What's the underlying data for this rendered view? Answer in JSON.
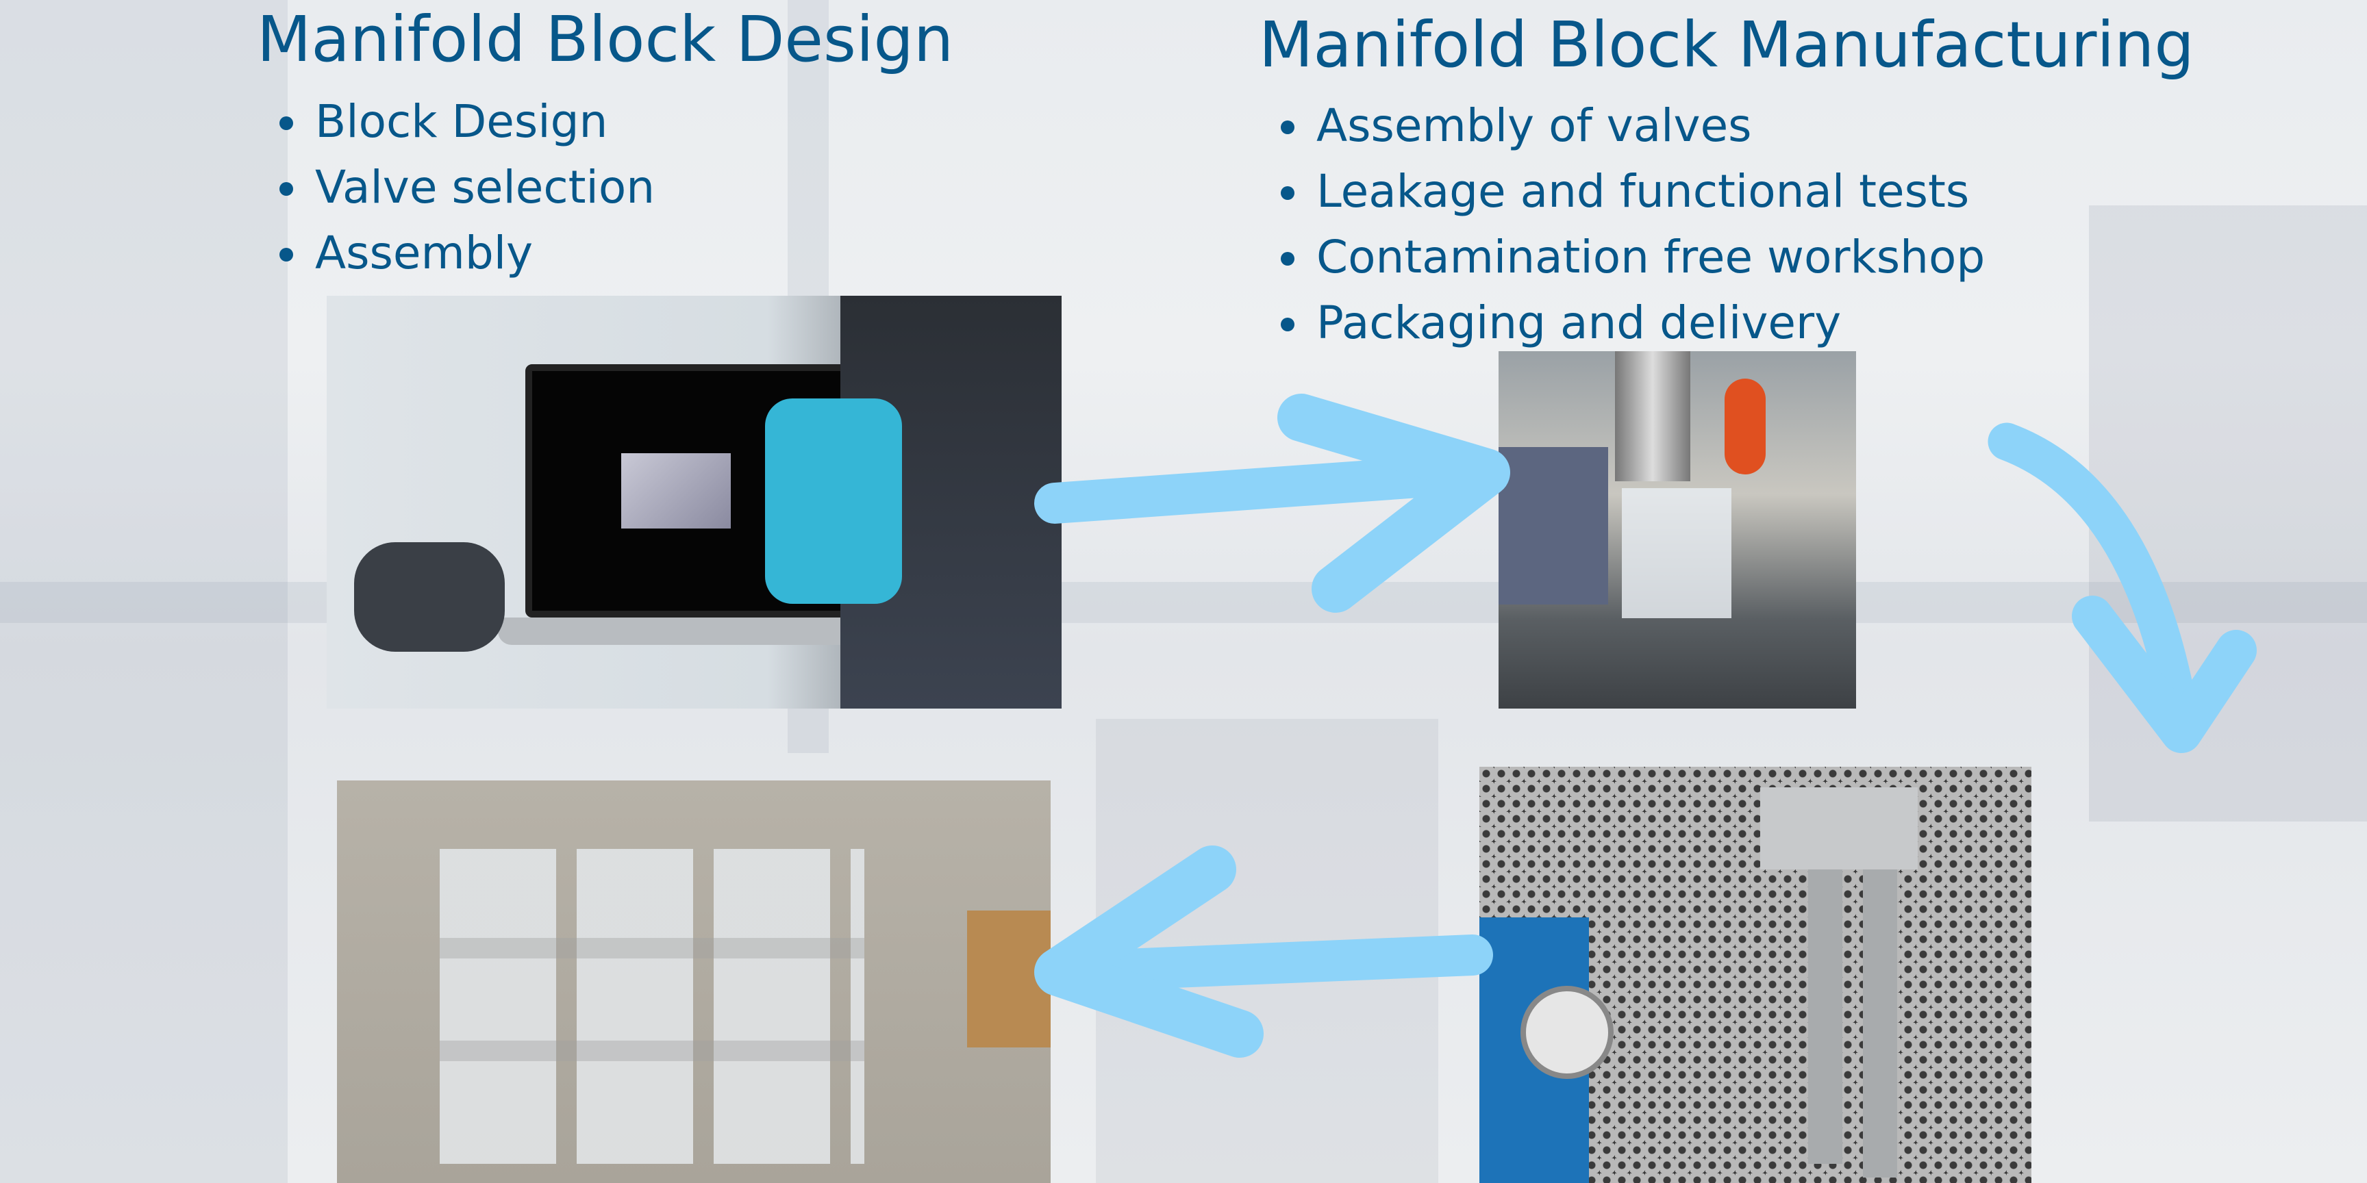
{
  "design": {
    "title": "Manifold Block Design",
    "bullets": [
      "Block Design",
      "Valve selection",
      "Assembly"
    ]
  },
  "manufacturing": {
    "title": "Manifold Block Manufacturing",
    "bullets": [
      "Assembly of valves",
      "Leakage and functional tests",
      "Contamination free workshop",
      "Packaging and delivery"
    ]
  },
  "colors": {
    "text": "#07578a",
    "arrow": "#8dd3f9"
  },
  "photos": [
    "laptop-cad-design-photo",
    "cnc-machining-photo",
    "test-bench-photo",
    "packaged-blocks-photo"
  ]
}
